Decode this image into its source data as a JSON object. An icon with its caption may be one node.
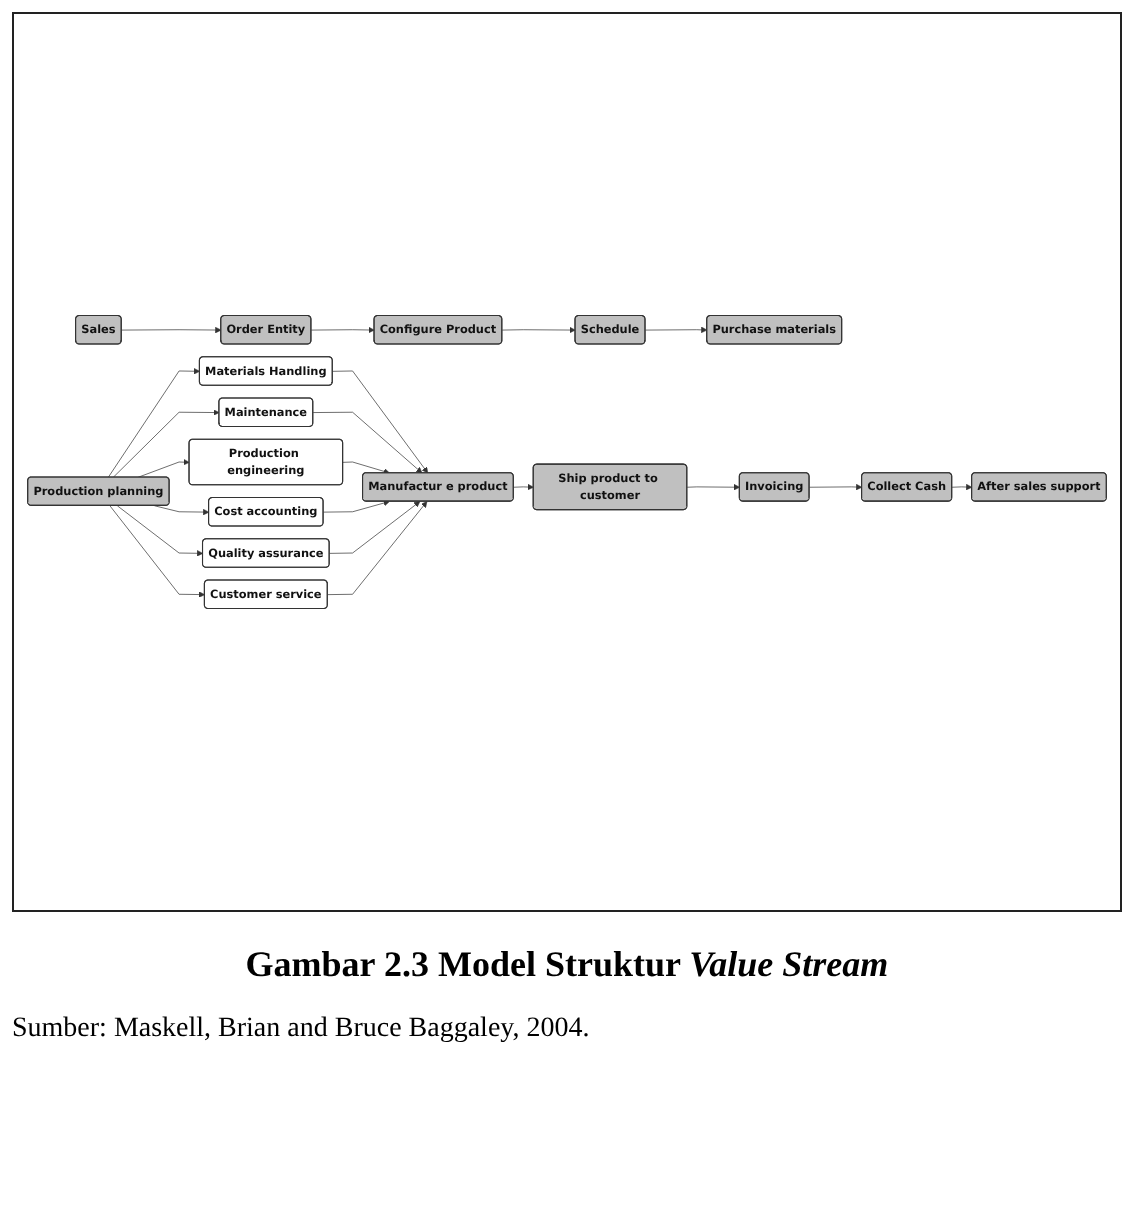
{
  "diagram": {
    "caption": "Gambar 2.3 Model Struktur *Value Stream*",
    "nodes": [
      {
        "text": [
          "Sales"
        ]
      },
      {
        "text": [
          "Order Entity"
        ]
      },
      {
        "text": [
          "Configure Product"
        ]
      },
      {
        "text": [
          "Schedule"
        ]
      },
      {
        "text": [
          "Purchase materials"
        ]
      },
      {
        "text": [
          "Invoicing"
        ]
      },
      {
        "text": [
          "Ship product to customer"
        ]
      },
      {
        "text": [
          "Manufactur e product"
        ]
      },
      {
        "text": [
          "Materials Handling"
        ]
      },
      {
        "text": [
          "Production planning"
        ]
      },
      {
        "text": [
          "Maintenance"
        ]
      },
      {
        "text": [
          "Production engineering"
        ]
      },
      {
        "text": [
          "Cost accounting"
        ]
      },
      {
        "text": [
          "Quality assurance"
        ]
      },
      {
        "text": [
          "Customer service"
        ]
      },
      {
        "text": [
          "Collect Cash"
        ]
      },
      {
        "text": [
          "After sales support"
        ]
      }
    ],
    "edges": [
      {
        "from": 0,
        "to": 1,
        "arrow": "to"
      },
      {
        "from": 1,
        "to": 2,
        "arrow": "to"
      },
      {
        "from": 2,
        "to": 3,
        "arrow": "to"
      },
      {
        "from": 3,
        "to": 4,
        "arrow": "to"
      },
      {
        "from": 9,
        "to": 8,
        "arrow": "to"
      },
      {
        "from": 9,
        "to": 10,
        "arrow": "to"
      },
      {
        "from": 9,
        "to": 11,
        "arrow": "to"
      },
      {
        "from": 9,
        "to": 12,
        "arrow": "to"
      },
      {
        "from": 9,
        "to": 13,
        "arrow": "to"
      },
      {
        "from": 9,
        "to": 14,
        "arrow": "to"
      },
      {
        "from": 8,
        "to": 7,
        "arrow": "to"
      },
      {
        "from": 10,
        "to": 7,
        "arrow": "to"
      },
      {
        "from": 11,
        "to": 7,
        "arrow": "to"
      },
      {
        "from": 12,
        "to": 7,
        "arrow": "to"
      },
      {
        "from": 13,
        "to": 7,
        "arrow": "to"
      },
      {
        "from": 14,
        "to": 7,
        "arrow": "to"
      },
      {
        "from": 7,
        "to": 6,
        "arrow": "to"
      },
      {
        "from": 6,
        "to": 5,
        "arrow": "to"
      },
      {
        "from": 5,
        "to": 15,
        "arrow": "to"
      },
      {
        "from": 15,
        "to": 16,
        "arrow": "to"
      }
    ],
    "labels": [
      "Sumber: Maskell, Brian and Bruce Baggaley, 2004."
    ]
  }
}
